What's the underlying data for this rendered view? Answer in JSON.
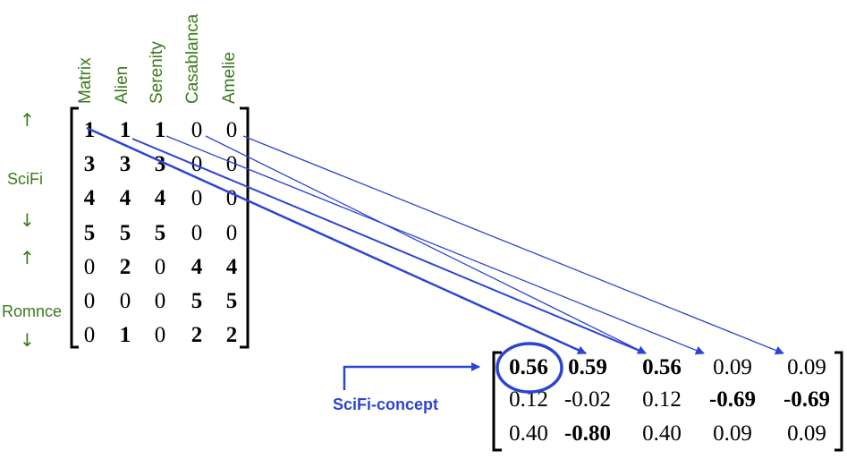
{
  "columns": [
    "Matrix",
    "Alien",
    "Serenity",
    "Casablanca",
    "Amelie"
  ],
  "row_groups": {
    "scifi": {
      "label": "SciFi",
      "up_arrow": "↑",
      "down_arrow": "↓"
    },
    "romance": {
      "label": "Romnce",
      "up_arrow": "↑",
      "down_arrow": "↓"
    }
  },
  "matrix": [
    [
      {
        "v": "1",
        "b": true
      },
      {
        "v": "1",
        "b": true
      },
      {
        "v": "1",
        "b": true
      },
      {
        "v": "0",
        "b": false
      },
      {
        "v": "0",
        "b": false
      }
    ],
    [
      {
        "v": "3",
        "b": true
      },
      {
        "v": "3",
        "b": true
      },
      {
        "v": "3",
        "b": true
      },
      {
        "v": "0",
        "b": false
      },
      {
        "v": "0",
        "b": false
      }
    ],
    [
      {
        "v": "4",
        "b": true
      },
      {
        "v": "4",
        "b": true
      },
      {
        "v": "4",
        "b": true
      },
      {
        "v": "0",
        "b": false
      },
      {
        "v": "0",
        "b": false
      }
    ],
    [
      {
        "v": "5",
        "b": true
      },
      {
        "v": "5",
        "b": true
      },
      {
        "v": "5",
        "b": true
      },
      {
        "v": "0",
        "b": false
      },
      {
        "v": "0",
        "b": false
      }
    ],
    [
      {
        "v": "0",
        "b": false
      },
      {
        "v": "2",
        "b": true
      },
      {
        "v": "0",
        "b": false
      },
      {
        "v": "4",
        "b": true
      },
      {
        "v": "4",
        "b": true
      }
    ],
    [
      {
        "v": "0",
        "b": false
      },
      {
        "v": "0",
        "b": false
      },
      {
        "v": "0",
        "b": false
      },
      {
        "v": "5",
        "b": true
      },
      {
        "v": "5",
        "b": true
      }
    ],
    [
      {
        "v": "0",
        "b": false
      },
      {
        "v": "1",
        "b": true
      },
      {
        "v": "0",
        "b": false
      },
      {
        "v": "2",
        "b": true
      },
      {
        "v": "2",
        "b": true
      }
    ]
  ],
  "v_matrix": [
    [
      {
        "v": "0.56",
        "b": true
      },
      {
        "v": "0.59",
        "b": true
      },
      {
        "v": "0.56",
        "b": true
      },
      {
        "v": "0.09",
        "b": false
      },
      {
        "v": "0.09",
        "b": false
      }
    ],
    [
      {
        "v": "0.12",
        "b": false
      },
      {
        "v": "-0.02",
        "b": false
      },
      {
        "v": "0.12",
        "b": false
      },
      {
        "v": "-0.69",
        "b": true
      },
      {
        "v": "-0.69",
        "b": true
      }
    ],
    [
      {
        "v": "0.40",
        "b": false
      },
      {
        "v": "-0.80",
        "b": true
      },
      {
        "v": "0.40",
        "b": false
      },
      {
        "v": "0.09",
        "b": false
      },
      {
        "v": "0.09",
        "b": false
      }
    ]
  ],
  "concept_label": "SciFi-concept",
  "colors": {
    "green": "#3a7a1e",
    "blue": "#2c44d6",
    "black": "#000000"
  }
}
